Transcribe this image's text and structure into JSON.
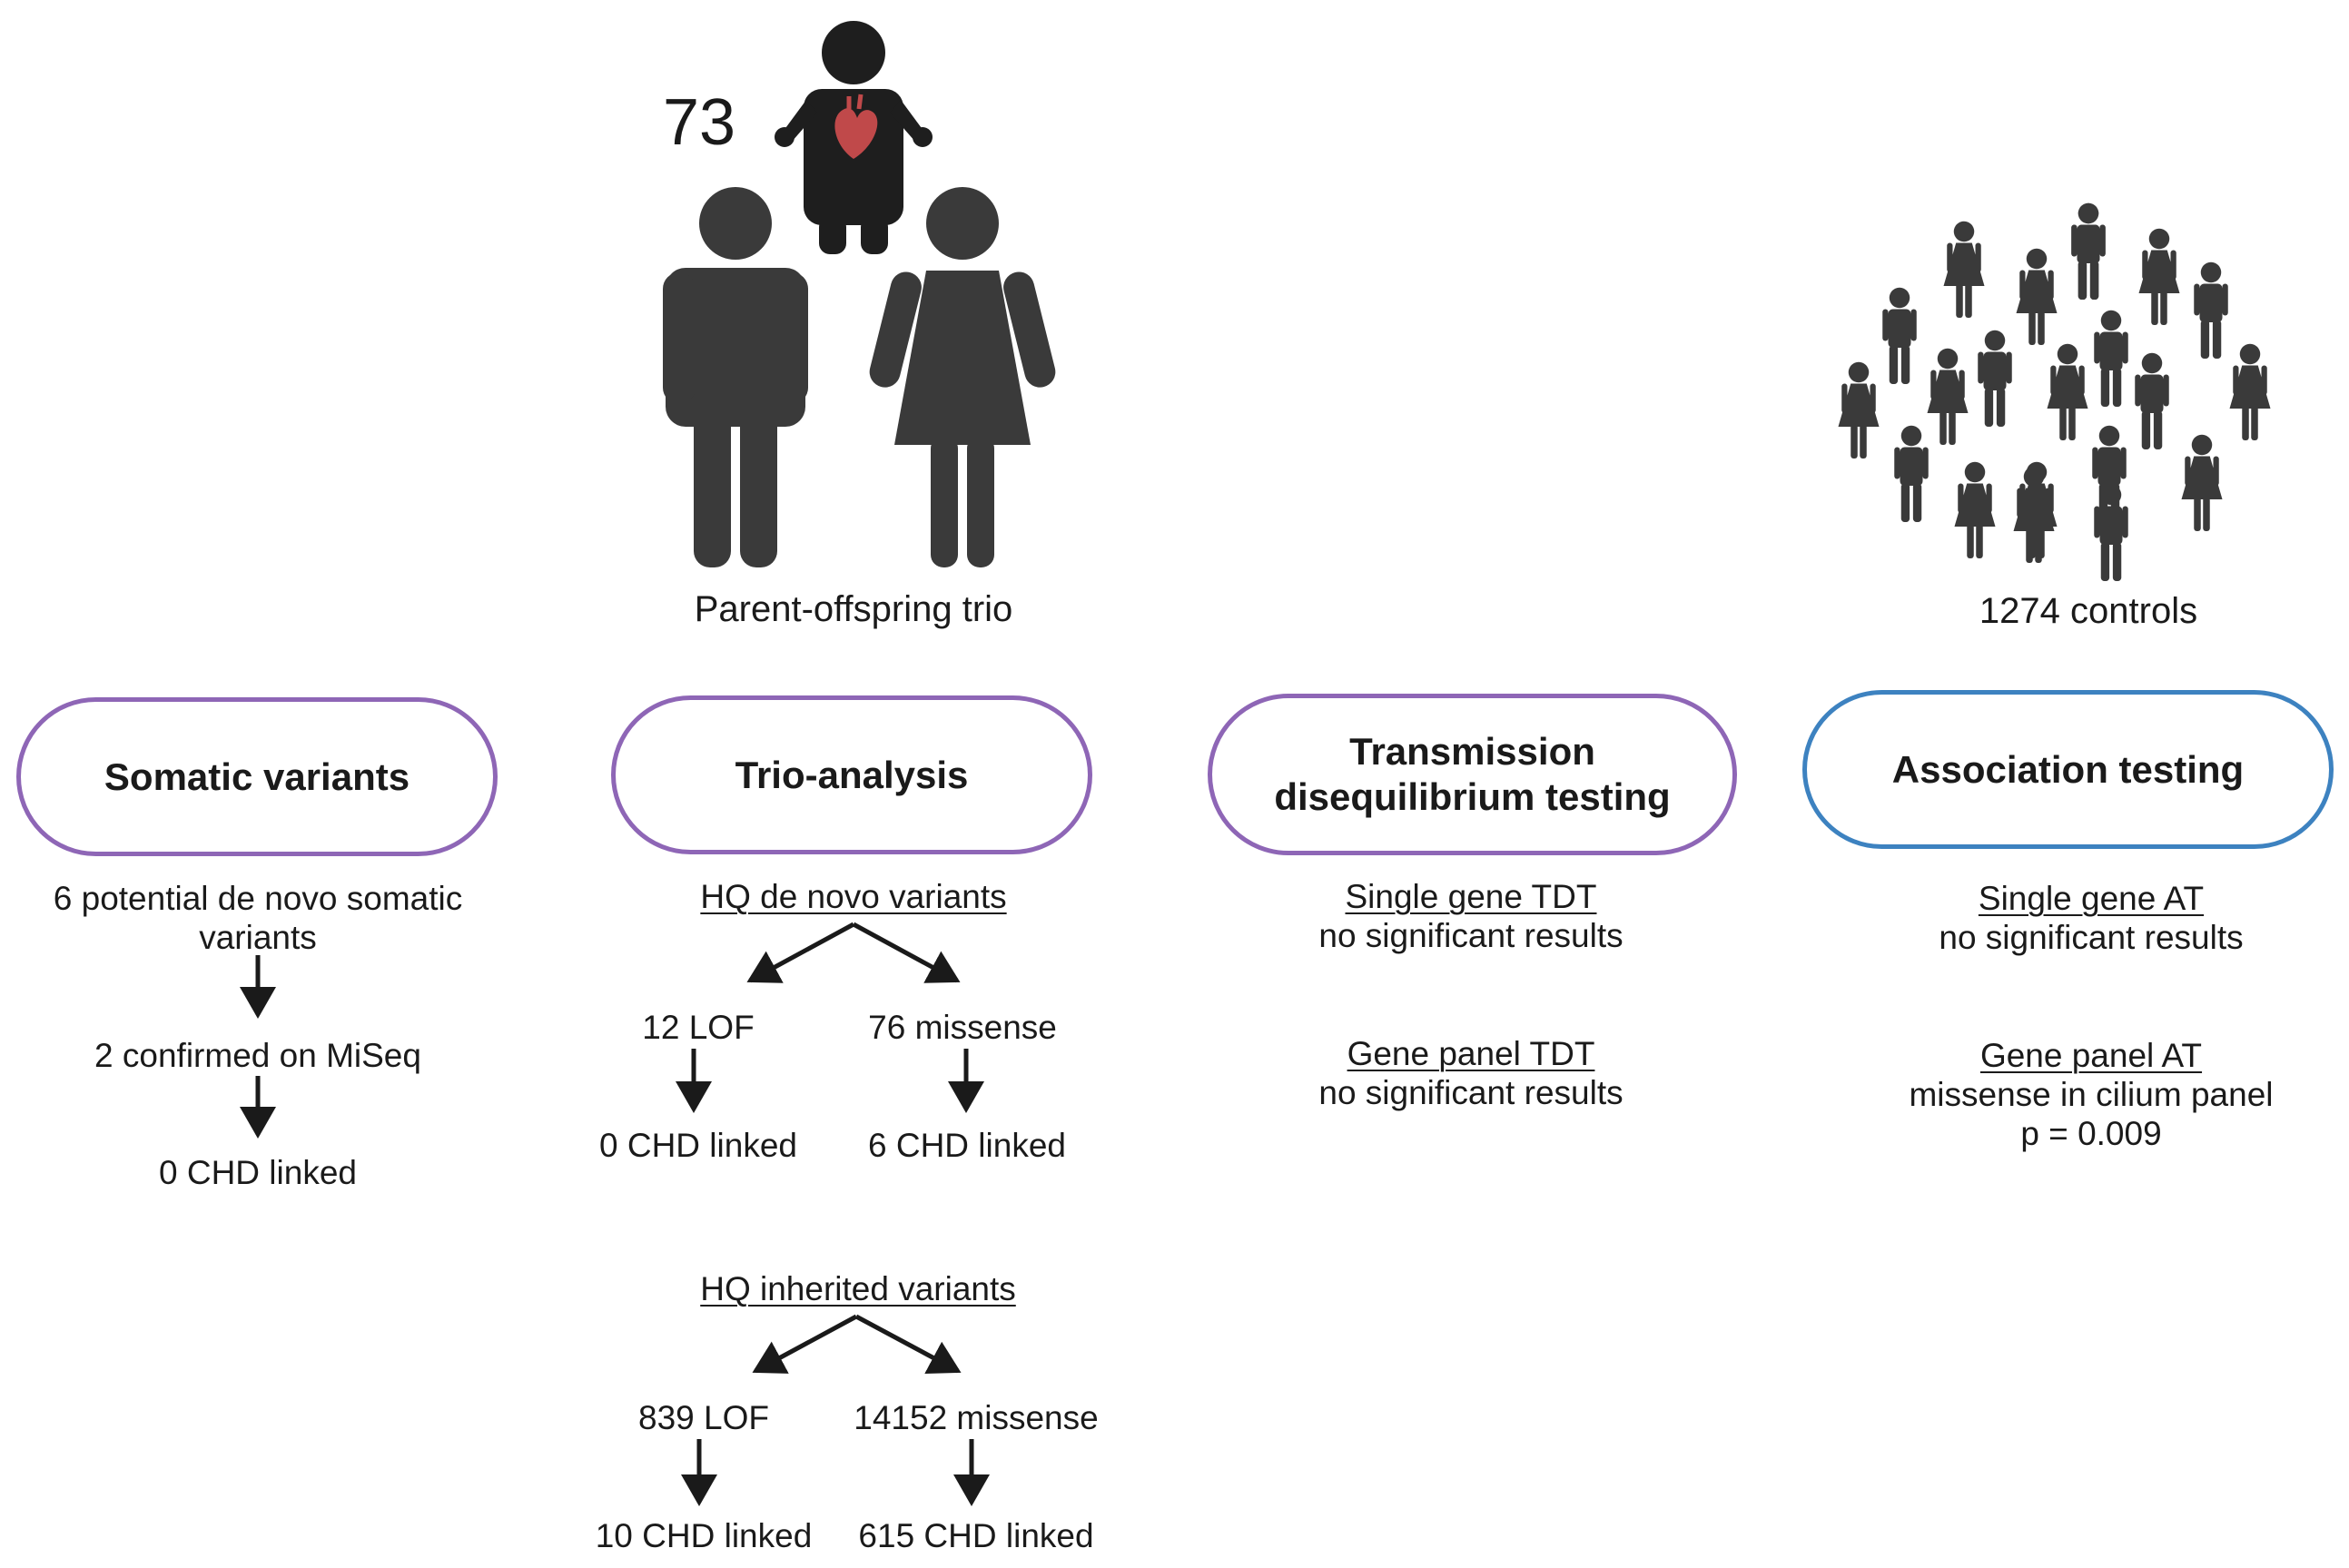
{
  "header": {
    "case_count": "73",
    "trio_caption": "Parent-offspring trio",
    "controls_caption": "1274 controls"
  },
  "boxes": {
    "somatic": "Somatic variants",
    "trio": "Trio-analysis",
    "tdt_line1": "Transmission",
    "tdt_line2": "disequilibrium testing",
    "assoc": "Association testing"
  },
  "somatic": {
    "line1": "6 potential de novo somatic",
    "line2": "variants",
    "step2": "2 confirmed on MiSeq",
    "step3": "0 CHD linked"
  },
  "trio": {
    "denovo_heading": "HQ de novo variants",
    "denovo_lof": "12 LOF",
    "denovo_missense": "76 missense",
    "denovo_lof_chd": "0 CHD linked",
    "denovo_missense_chd": "6 CHD linked",
    "inherited_heading": "HQ inherited variants",
    "inherited_lof": "839 LOF",
    "inherited_missense": "14152 missense",
    "inherited_lof_chd": "10 CHD linked",
    "inherited_missense_chd": "615 CHD linked"
  },
  "tdt": {
    "single_heading": "Single gene TDT",
    "single_result": "no significant results",
    "panel_heading": "Gene panel TDT",
    "panel_result": "no significant results"
  },
  "assoc": {
    "single_heading": "Single gene AT",
    "single_result": "no significant results",
    "panel_heading": "Gene panel AT",
    "panel_result": "missense in cilium panel",
    "panel_p": "p = 0.009"
  },
  "icons": [
    "child-with-heart-icon",
    "father-icon",
    "mother-icon",
    "crowd-icon"
  ],
  "colors": {
    "figure": "#3a3a3a",
    "child": "#1e1e1e",
    "heart": "#c0494a",
    "box_purple": "#8e66b6",
    "box_blue": "#3d82c0"
  }
}
